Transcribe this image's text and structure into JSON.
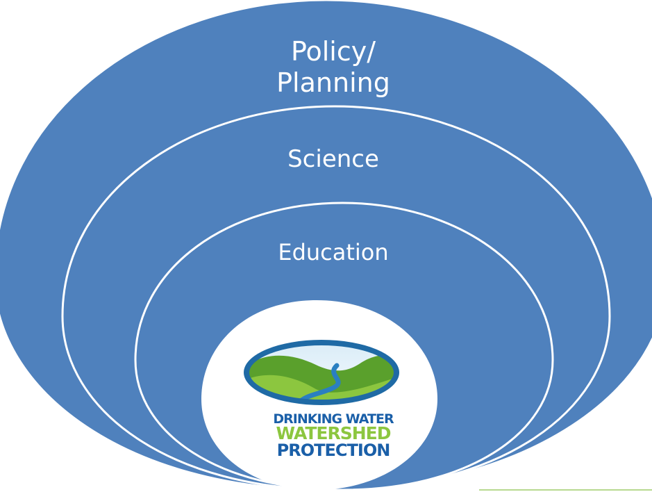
{
  "layers": [
    {
      "label": "Policy/\nPlanning"
    },
    {
      "label": "Science"
    },
    {
      "label": "Education"
    }
  ],
  "logo": {
    "icon": "watershed-landscape-icon",
    "line1": "DRINKING WATER",
    "line2": "WATERSHED",
    "line3": "PROTECTION"
  },
  "colors": {
    "layer_fill": "#4f81bd",
    "layer_outline": "#ffffff",
    "logo_blue": "#1a5fa8",
    "logo_green": "#8cc63f"
  }
}
